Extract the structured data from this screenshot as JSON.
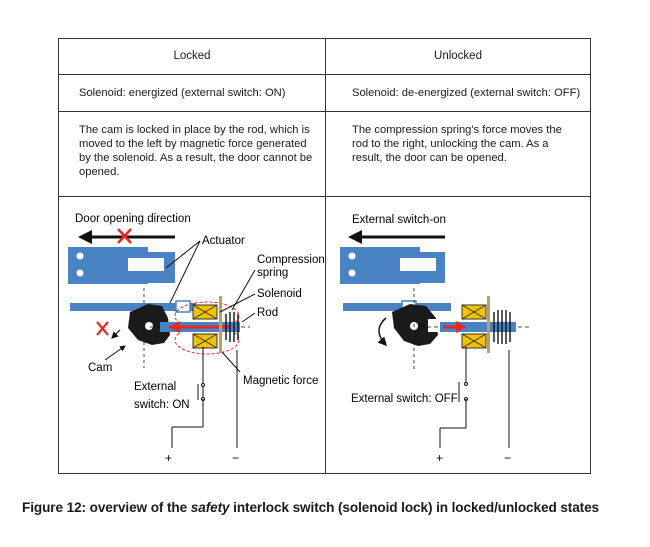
{
  "table": {
    "locked": {
      "header": "Locked",
      "state": "Solenoid: energized (external switch: ON)",
      "description": "The cam is locked in place by the rod, which is moved to the left by magnetic force generated by the solenoid. As a result, the door cannot be opened."
    },
    "unlocked": {
      "header": "Unlocked",
      "state": "Solenoid: de-energized (external switch: OFF)",
      "description": "The compression spring's force moves the rod to the right, unlocking the cam. As a result, the door can be opened."
    }
  },
  "diagram_locked": {
    "door_direction": "Door opening direction",
    "actuator": "Actuator",
    "compression_spring_line1": "Compression",
    "compression_spring_line2": "spring",
    "solenoid": "Solenoid",
    "rod": "Rod",
    "cam": "Cam",
    "magnetic_force": "Magnetic force",
    "external_switch_line1": "External",
    "external_switch_line2": "switch: ON",
    "plus": "+",
    "minus": "−"
  },
  "diagram_unlocked": {
    "external_switch_on": "External switch-on",
    "external_switch_off": "External switch: OFF",
    "plus": "+",
    "minus": "−"
  },
  "caption": {
    "prefix": "Figure 12: overview of the ",
    "italic": "safety",
    "suffix": " interlock switch (solenoid lock) in locked/unlocked states"
  },
  "colors": {
    "actuator_blue": "#4a83c4",
    "arrow_red": "#e8281f",
    "coil_yellow": "#f2c200",
    "dark_cam": "#1b1b1b"
  }
}
